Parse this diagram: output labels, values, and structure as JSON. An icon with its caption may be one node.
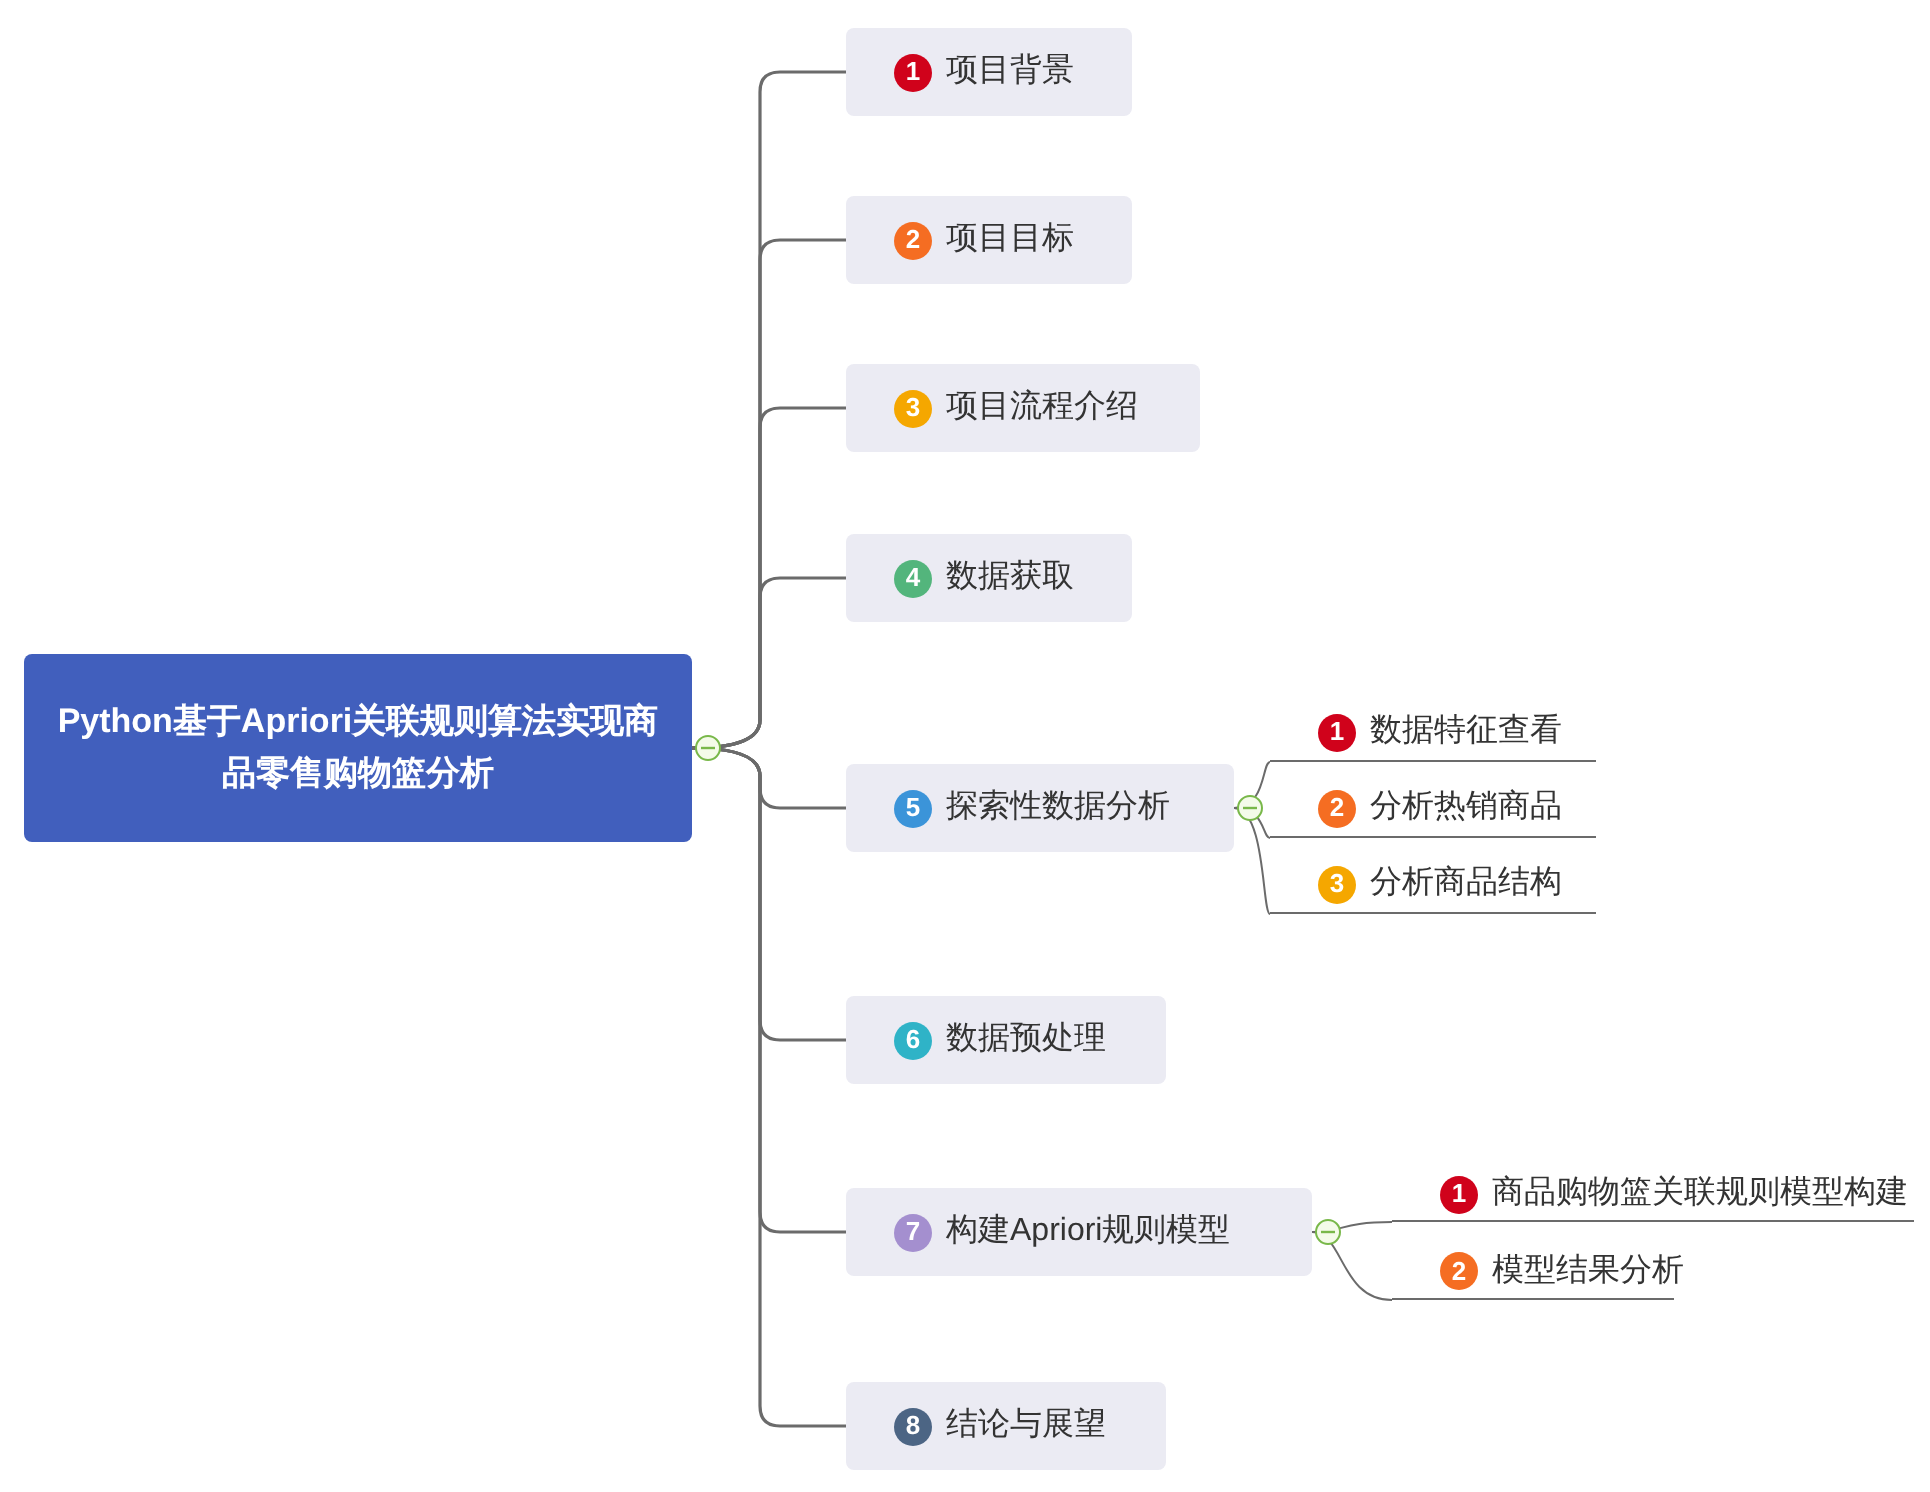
{
  "diagram": {
    "nodes": [
      {
        "text": [
          "Python基于Apriori关联规则算法实现商品零售购物篮分析"
        ]
      },
      {
        "text": [
          "1",
          "项目背景"
        ]
      },
      {
        "text": [
          "2",
          "项目目标"
        ]
      },
      {
        "text": [
          "3",
          "项目流程介绍"
        ]
      },
      {
        "text": [
          "4",
          "数据获取"
        ]
      },
      {
        "text": [
          "5",
          "探索性数据分析"
        ]
      },
      {
        "text": [
          "6",
          "数据预处理"
        ]
      },
      {
        "text": [
          "7",
          "构建Apriori规则模型"
        ]
      },
      {
        "text": [
          "8",
          "结论与展望"
        ]
      },
      {
        "text": [
          "1",
          "数据特征查看"
        ]
      },
      {
        "text": [
          "2",
          "分析热销商品"
        ]
      },
      {
        "text": [
          "3",
          "分析商品结构"
        ]
      },
      {
        "text": [
          "1",
          "商品购物篮关联规则模型构建"
        ]
      },
      {
        "text": [
          "2",
          "模型结果分析"
        ]
      }
    ],
    "edges": [
      {
        "from": 0,
        "to": 1,
        "arrow": "none"
      },
      {
        "from": 0,
        "to": 2,
        "arrow": "none"
      },
      {
        "from": 0,
        "to": 3,
        "arrow": "none"
      },
      {
        "from": 0,
        "to": 4,
        "arrow": "none"
      },
      {
        "from": 0,
        "to": 5,
        "arrow": "none"
      },
      {
        "from": 0,
        "to": 6,
        "arrow": "none"
      },
      {
        "from": 0,
        "to": 7,
        "arrow": "none"
      },
      {
        "from": 0,
        "to": 8,
        "arrow": "none"
      },
      {
        "from": 5,
        "to": 9,
        "arrow": "none"
      },
      {
        "from": 5,
        "to": 10,
        "arrow": "none"
      },
      {
        "from": 5,
        "to": 11,
        "arrow": "none"
      },
      {
        "from": 7,
        "to": 12,
        "arrow": "none"
      },
      {
        "from": 7,
        "to": 13,
        "arrow": "none"
      }
    ]
  }
}
